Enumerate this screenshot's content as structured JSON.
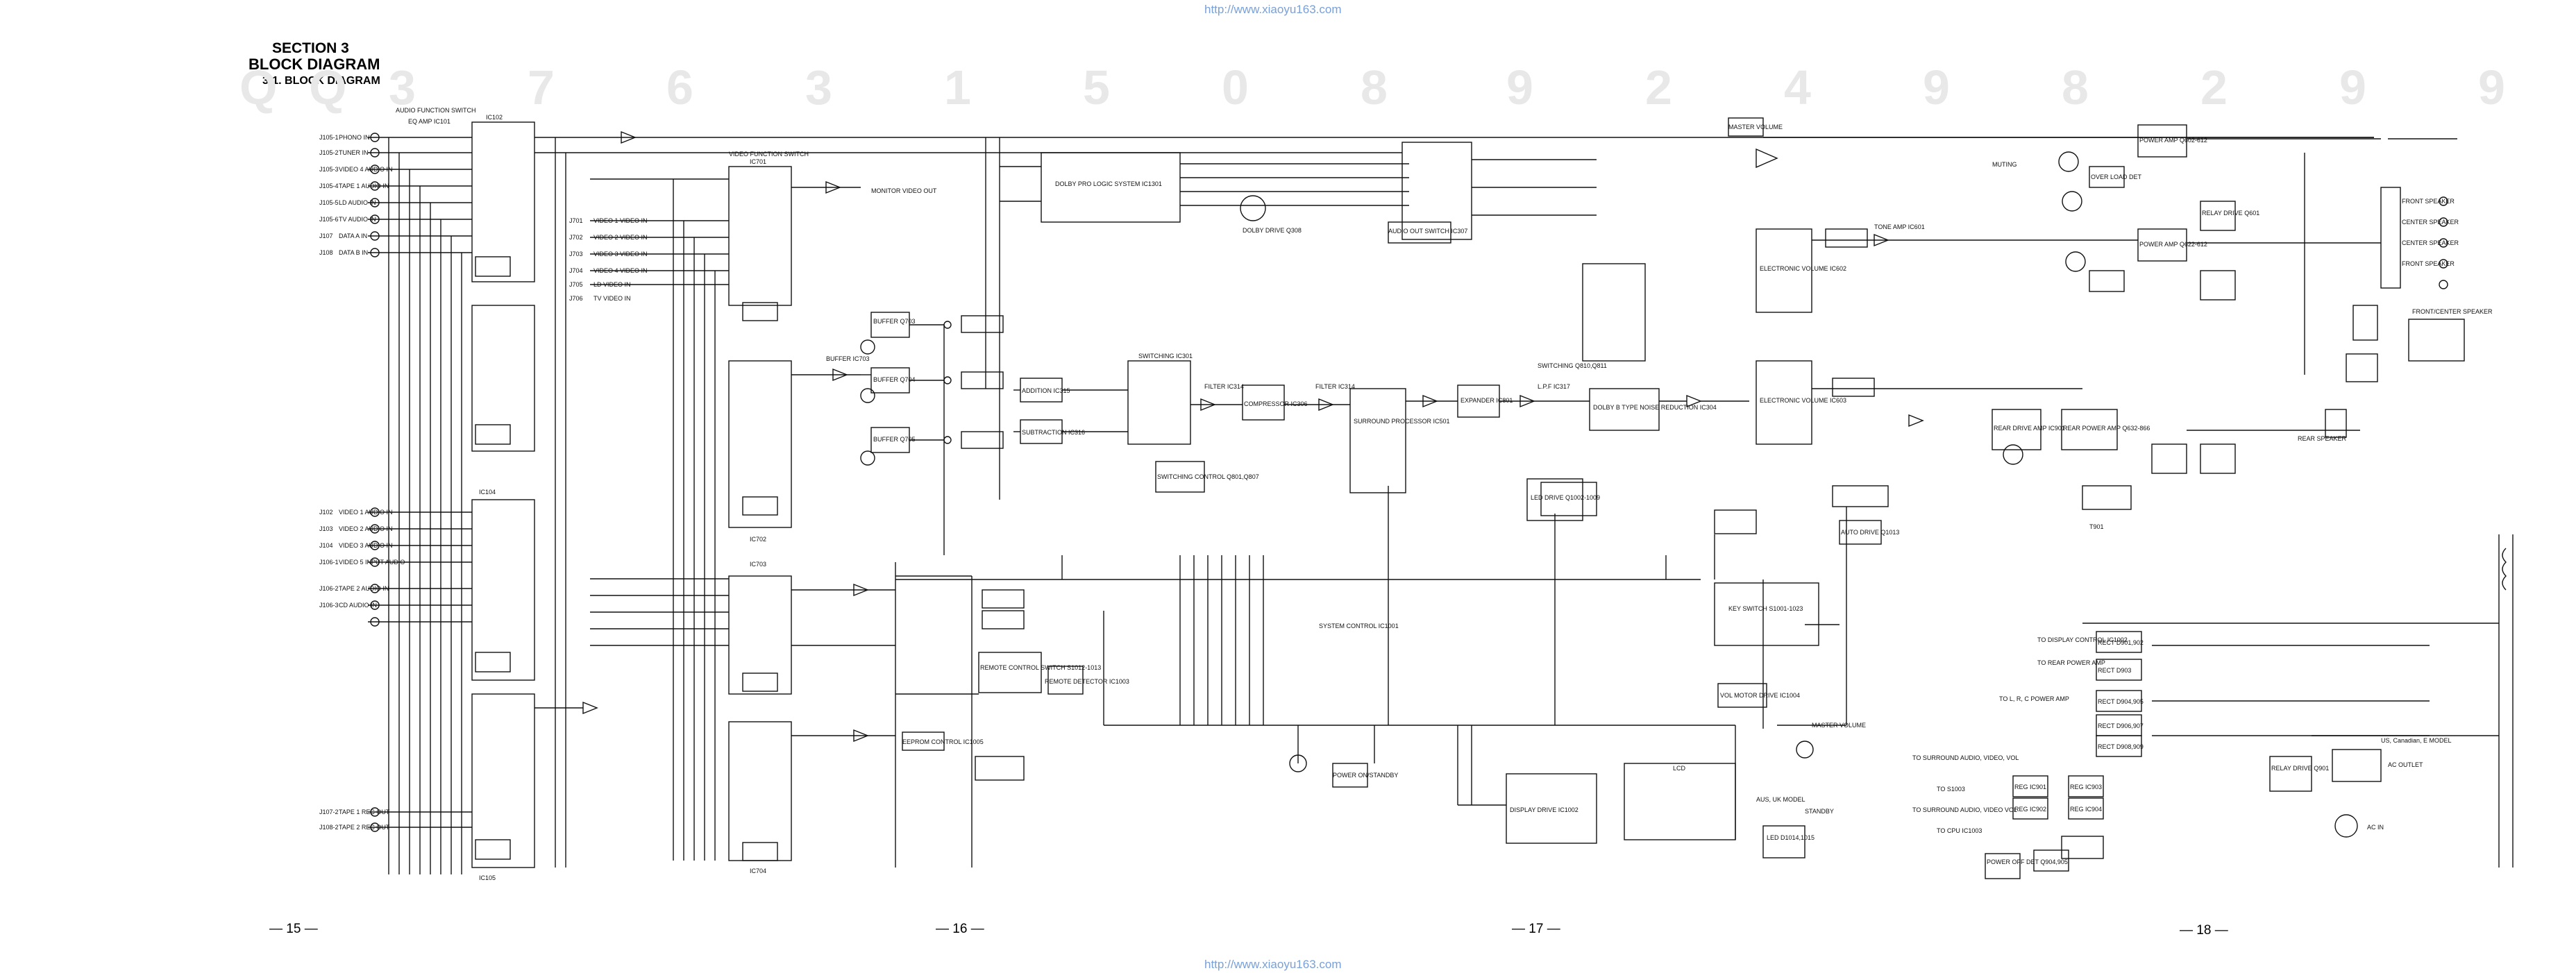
{
  "header": {
    "url_top": "http://www.xiaoyu163.com",
    "url_bottom": "http://www.xiaoyu163.com",
    "section": "SECTION 3",
    "title": "BLOCK DIAGRAM",
    "subtitle": "3-1. BLOCK DIAGRAM"
  },
  "page_numbers": [
    "— 15 —",
    "— 16 —",
    "— 17 —",
    "— 18 —"
  ],
  "watermark_digits": [
    "Q",
    "Q",
    "3",
    "7",
    "6",
    "3",
    "1",
    "5",
    "0",
    "8",
    "9",
    "2",
    "4",
    "9",
    "8",
    "2",
    "9",
    "9"
  ],
  "inputs": {
    "labels": [
      "J105-1",
      "J105-2",
      "J105-3",
      "J105-4",
      "J105-5",
      "J105-6",
      "J107",
      "J108"
    ],
    "tags": [
      "PHONO IN",
      "TUNER IN",
      "VIDEO 4 AUDIO IN",
      "TAPE 1 AUDIO IN",
      "LD AUDIO IN",
      "TV AUDIO IN",
      "DATA A IN",
      "DATA B IN"
    ],
    "block_ic": "IC102",
    "block_title": "AUDIO FUNCTION SWITCH",
    "eq_amp": "EQ AMP IC101"
  },
  "lower_inputs": {
    "labels": [
      "J102",
      "J103",
      "J104",
      "J106-1",
      "J106-2",
      "J106-3",
      "J107-2",
      "J108-2"
    ],
    "tags": [
      "VIDEO 1 AUDIO IN",
      "VIDEO 2 AUDIO IN",
      "VIDEO 3 AUDIO IN",
      "VIDEO 5 INPUT AUDIO",
      "TAPE 2 AUDIO IN",
      "CD AUDIO IN",
      "TAPE 1 REC OUT",
      "TAPE 2 REC OUT"
    ],
    "ic_a": "IC104",
    "ic_b": "IC105"
  },
  "video": {
    "switch_title": "VIDEO FUNCTION SWITCH",
    "ic_a": "IC701",
    "ic_b": "IC702",
    "ic_c": "IC703",
    "ic_d": "IC704",
    "jacks": [
      "J701",
      "J702",
      "J703",
      "J704",
      "J705",
      "J706"
    ],
    "tags": [
      "VIDEO 1 VIDEO IN",
      "VIDEO 2 VIDEO IN",
      "VIDEO 3 VIDEO IN",
      "VIDEO 4 VIDEO IN",
      "LD VIDEO IN",
      "TV VIDEO IN"
    ],
    "monitor_out": "MONITOR VIDEO OUT"
  },
  "processing": {
    "switching": "SWITCHING IC301",
    "addition": "ADDITION IC315",
    "subtraction": "SUBTRACTION IC316",
    "compressor": "COMPRESSOR IC306",
    "filter1": "FILTER IC314",
    "filter2": "FILTER IC314",
    "surround": "SURROUND PROCESSOR IC501",
    "expander": "EXPANDER IC801",
    "lpf": "L.P.F IC317",
    "dolby_pro": "DOLBY PRO LOGIC SYSTEM IC1301",
    "dolby_nr": "DOLBY B TYPE NOISE REDUCTION IC304",
    "dolby_drive": "DOLBY DRIVE Q308",
    "switching_control": "SWITCHING CONTROL Q801,Q807",
    "audio_out_switch": "AUDIO OUT SWITCH IC307",
    "switching_q": "SWITCHING Q810,Q811",
    "buffers": [
      "BUFFER Q703",
      "BUFFER Q704",
      "BUFFER Q705",
      "BUFFER IC703"
    ],
    "led_drive": "LED DRIVE Q1002-1009",
    "system_control": "SYSTEM CONTROL IC1001",
    "key_switch": "KEY SWITCH S1001-1023",
    "remote_control": "REMOTE CONTROL SWITCH S1012-1013",
    "remote_detector": "REMOTE DETECTOR IC1003",
    "display_drive": "DISPLAY DRIVE IC1002",
    "vol_motor": "VOL MOTOR DRIVE IC1004",
    "power_standby": "POWER ON/STANDBY",
    "eeprom": "EEPROM CONTROL IC1005"
  },
  "output_stage": {
    "master_volume": "MASTER VOLUME",
    "tone_amp": "TONE AMP IC601",
    "electronic_volume_a": "ELECTRONIC VOLUME IC602",
    "electronic_volume_b": "ELECTRONIC VOLUME IC603",
    "relay_drive": "RELAY DRIVE Q601",
    "power_amp_a": "POWER AMP Q602-612",
    "power_amp_b": "POWER AMP Q622-612",
    "rear_amp": "REAR POWER AMP Q632-866",
    "rear_drive": "REAR DRIVE AMP IC901",
    "muting": "MUTING",
    "overload": "OVER LOAD DET",
    "auto_drive": "AUTO DRIVE Q1013"
  },
  "speakers": [
    "FRONT SPEAKER",
    "CENTER SPEAKER",
    "CENTER SPEAKER",
    "FRONT SPEAKER",
    "REAR SPEAKER",
    "FRONT/CENTER SPEAKER"
  ],
  "power": {
    "transformer": "T901",
    "rect": [
      "RECT D901,902",
      "RECT D903",
      "RECT D904,905",
      "RECT D906,907",
      "RECT D908,909"
    ],
    "regs": [
      "REG IC901",
      "REG IC902",
      "REG IC903",
      "REG IC904"
    ],
    "ac_in": "AC IN",
    "model_note": "US, Canadian, E MODEL",
    "ac_outlet": "AC OUTLET",
    "power_off": "POWER OFF DET Q904,905",
    "relay": "RELAY DRIVE Q901",
    "notes": [
      "TO DISPLAY CONTROL IC1002",
      "TO REAR POWER AMP",
      "TO L, R, C POWER AMP",
      "TO SURROUND AUDIO, VIDEO, VOL",
      "TO S1003",
      "TO SURROUND AUDIO, VIDEO VOL",
      "TO CPU IC1003"
    ]
  },
  "display": {
    "lcd": "LCD",
    "led": "LED D1014,1015",
    "aus_model": "AUS, UK MODEL",
    "standby": "STANDBY",
    "master_volume": "MASTER VOLUME"
  }
}
